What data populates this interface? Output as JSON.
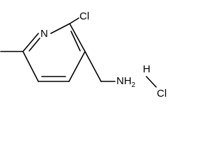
{
  "molecule": {
    "ring_nitrogen": "N",
    "ring_chlorine": "Cl",
    "amine": {
      "main": "NH",
      "subscript": "2"
    },
    "salt": {
      "hydrogen": "H",
      "chlorine": "Cl"
    }
  }
}
